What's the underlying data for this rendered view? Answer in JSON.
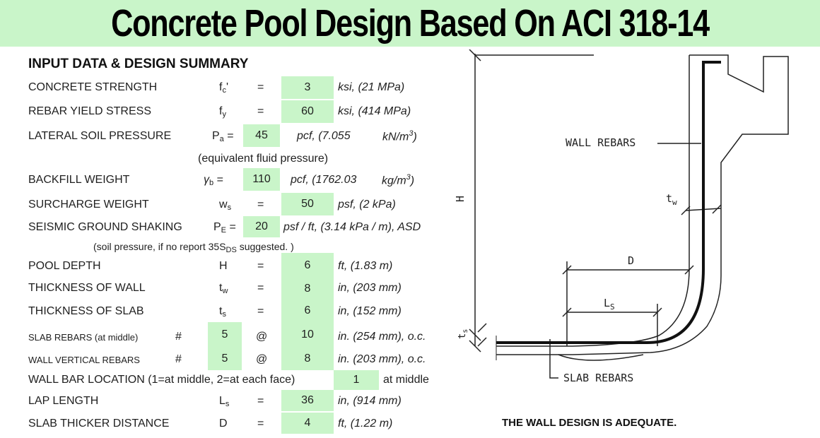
{
  "banner": {
    "title": "Concrete Pool Design Based On ACI 318-14"
  },
  "summary": {
    "heading": "INPUT DATA & DESIGN SUMMARY",
    "rows": [
      {
        "label": "CONCRETE STRENGTH",
        "sym": "f",
        "sub": "c",
        "suf": "'",
        "eq": "=",
        "value": "3",
        "unit": "ksi, (21 MPa)"
      },
      {
        "label": "REBAR YIELD STRESS",
        "sym": "f",
        "sub": "y",
        "suf": "",
        "eq": "=",
        "value": "60",
        "unit": "ksi, (414 MPa)"
      },
      {
        "label": "LATERAL SOIL PRESSURE",
        "sym": "P",
        "sub": "a",
        "suf": " =",
        "value": "45",
        "unit": "pcf,  (7.055",
        "unit2": "kN/m",
        "unit2sup": "3",
        "unit2end": ")"
      },
      {
        "label": "BACKFILL WEIGHT",
        "sym": "γ",
        "sub": "b",
        "suf": " =",
        "value": "110",
        "unit": "pcf,  (1762.03",
        "unit2": "kg/m",
        "unit2sup": "3",
        "unit2end": ")"
      },
      {
        "label": "SURCHARGE WEIGHT",
        "sym": "w",
        "sub": "s",
        "suf": "",
        "eq": "=",
        "value": "50",
        "unit": "psf, (2 kPa)"
      },
      {
        "label": "SEISMIC GROUND SHAKING",
        "sym": "P",
        "sub": "E",
        "suf": " =",
        "value": "20",
        "unit": "psf / ft, (3.14 kPa / m), ASD"
      },
      {
        "label": "POOL DEPTH",
        "sym": "H",
        "sub": "",
        "suf": "",
        "eq": "=",
        "value": "6",
        "unit": "ft, (1.83 m)"
      },
      {
        "label": "THICKNESS OF WALL",
        "sym": "t",
        "sub": "w",
        "suf": "",
        "eq": "=",
        "value": "8",
        "unit": "in, (203 mm)"
      },
      {
        "label": "THICKNESS OF SLAB",
        "sym": "t",
        "sub": "s",
        "suf": "",
        "eq": "=",
        "value": "6",
        "unit": "in, (152 mm)"
      },
      {
        "label": "SLAB REBARS (at middle)",
        "hash": "#",
        "bar": "5",
        "at": "@",
        "value": "10",
        "unit": "in. (254 mm), o.c."
      },
      {
        "label": "WALL VERTICAL REBARS",
        "hash": "#",
        "bar": "5",
        "at": "@",
        "value": "8",
        "unit": "in. (203 mm), o.c."
      },
      {
        "label": "WALL BAR LOCATION (1=at middle, 2=at each face)",
        "value": "1",
        "unit": "at middle"
      },
      {
        "label": "LAP LENGTH",
        "sym": "L",
        "sub": "s",
        "suf": "",
        "eq": "=",
        "value": "36",
        "unit": "in, (914 mm)"
      },
      {
        "label": "SLAB THICKER DISTANCE",
        "sym": "D",
        "sub": "",
        "suf": "",
        "eq": "=",
        "value": "4",
        "unit": "ft, (1.22 m)"
      }
    ],
    "note1": "(equivalent fluid pressure)",
    "note2": {
      "pre": "(soil pressure, if no report 35S",
      "sub": "DS",
      "post": " suggested. )"
    }
  },
  "diagram": {
    "wall_rebars": "WALL REBARS",
    "slab_rebars": "SLAB REBARS",
    "h": "H",
    "tw": "t",
    "tw_sub": "w",
    "d": "D",
    "ls": "L",
    "ls_sub": "S",
    "ts": "t",
    "ts_sub": "s"
  },
  "verdict": "THE WALL DESIGN IS ADEQUATE.",
  "colors": {
    "highlight": "#c9f5c9",
    "banner": "#c9f5c9"
  }
}
